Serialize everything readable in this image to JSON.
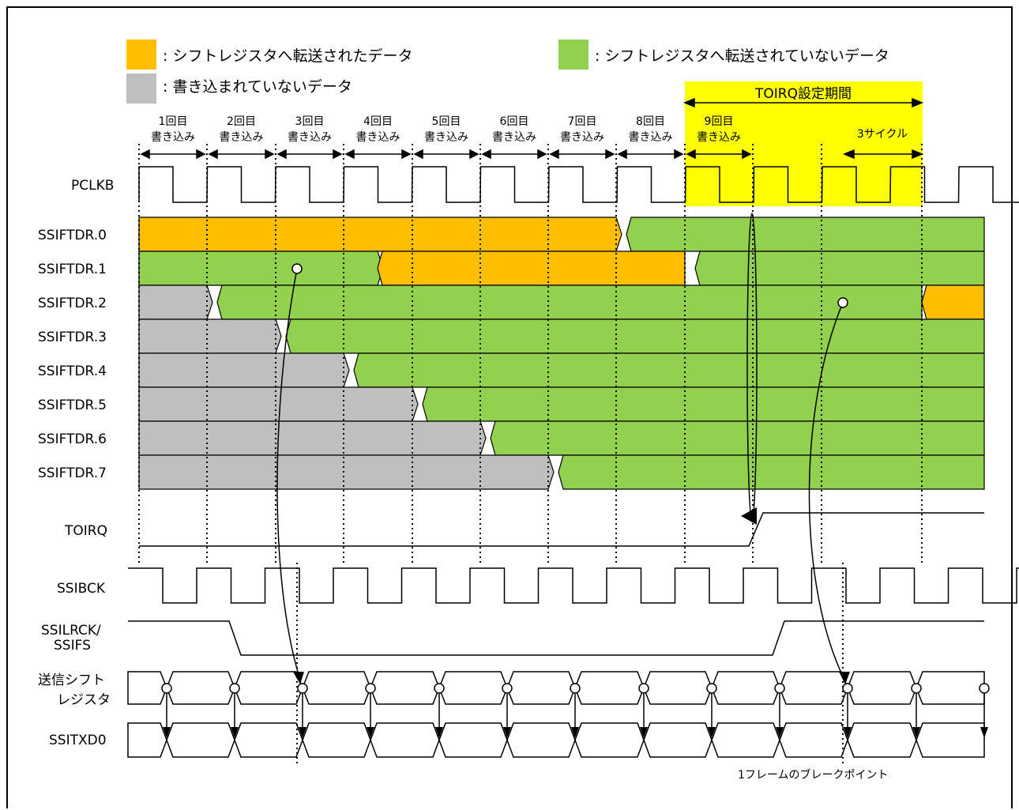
{
  "legend": {
    "transferred": ": シフトレジスタへ転送されたデータ",
    "not_transferred": ": シフトレジスタへ転送されていないデータ",
    "not_written": ": 書き込まれていないデータ"
  },
  "colors": {
    "transferred": "#FFBF00",
    "not_transferred": "#92D050",
    "not_written": "#BFBFBF",
    "toirq_period": "#FFFF00"
  },
  "toirq_period_label": "TOIRQ設定期間",
  "three_cycle_label": "3サイクル",
  "writes": [
    {
      "num": "1回目",
      "action": "書き込み"
    },
    {
      "num": "2回目",
      "action": "書き込み"
    },
    {
      "num": "3回目",
      "action": "書き込み"
    },
    {
      "num": "4回目",
      "action": "書き込み"
    },
    {
      "num": "5回目",
      "action": "書き込み"
    },
    {
      "num": "6回目",
      "action": "書き込み"
    },
    {
      "num": "7回目",
      "action": "書き込み"
    },
    {
      "num": "8回目",
      "action": "書き込み"
    },
    {
      "num": "9回目",
      "action": "書き込み"
    }
  ],
  "signals": {
    "pclkb": "PCLKB",
    "fifo": [
      "SSIFTDR.0",
      "SSIFTDR.1",
      "SSIFTDR.2",
      "SSIFTDR.3",
      "SSIFTDR.4",
      "SSIFTDR.5",
      "SSIFTDR.6",
      "SSIFTDR.7"
    ],
    "toirq": "TOIRQ",
    "ssibck": "SSIBCK",
    "ssilrck_line1": "SSILRCK/",
    "ssilrck_line2": "SSIFS",
    "shift_line1": "送信シフト",
    "shift_line2": "レジスタ",
    "ssitxd0": "SSITXD0"
  },
  "breakpoint_label": "1フレームのブレークポイント"
}
